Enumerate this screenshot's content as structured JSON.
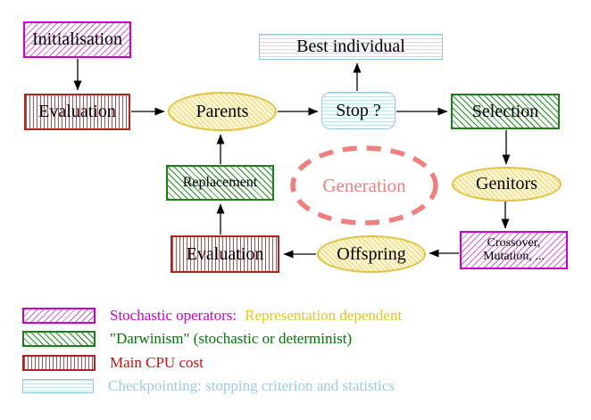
{
  "diagram": {
    "nodes": {
      "initialisation": {
        "label": "Initialisation"
      },
      "evaluation_top": {
        "label": "Evaluation"
      },
      "parents": {
        "label": "Parents"
      },
      "best_individual": {
        "label": "Best individual"
      },
      "stop": {
        "label": "Stop ?"
      },
      "selection": {
        "label": "Selection"
      },
      "genitors": {
        "label": "Genitors"
      },
      "crossover_mutation": {
        "line1": "Crossover,",
        "line2": "Mutation, ..."
      },
      "offspring": {
        "label": "Offspring"
      },
      "evaluation_bottom": {
        "label": "Evaluation"
      },
      "replacement": {
        "label": "Replacement"
      },
      "generation": {
        "label": "Generation"
      }
    },
    "legend": [
      {
        "name": "stochastic-operators",
        "text": "Stochastic operators:",
        "text2": "Representation dependent"
      },
      {
        "name": "darwinism",
        "text": "\"Darwinism\" (stochastic or determinist)"
      },
      {
        "name": "main-cpu-cost",
        "text": "Main CPU cost"
      },
      {
        "name": "checkpointing",
        "text": "Checkpointing: stopping criterion and statistics"
      }
    ],
    "colors": {
      "magenta_border": "#cc00cc",
      "green_border": "#1e7d1e",
      "red_border": "#b22222",
      "cyan_border": "#94c8dc",
      "gold_border": "#e2c240",
      "salmon_dashed": "#f08080",
      "legend_magenta_text": "#cc00cc",
      "legend_yellow_text": "#e8c41e",
      "legend_green_text": "#007700",
      "legend_red_text": "#cc1111",
      "legend_blue_text": "#99cce4",
      "arrow": "#000000"
    }
  }
}
